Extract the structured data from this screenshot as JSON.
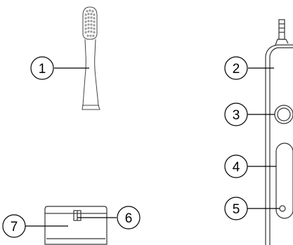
{
  "callouts": [
    {
      "number": "1",
      "part": "brush-head"
    },
    {
      "number": "2",
      "part": "handle"
    },
    {
      "number": "3",
      "part": "power-button"
    },
    {
      "number": "4",
      "part": "indicator-window"
    },
    {
      "number": "5",
      "part": "charging-light"
    },
    {
      "number": "6",
      "part": "charger-pin"
    },
    {
      "number": "7",
      "part": "charger-base"
    }
  ],
  "colors": {
    "stroke": "#333333",
    "bristles": "#9a9a9a",
    "background": "#ffffff"
  }
}
